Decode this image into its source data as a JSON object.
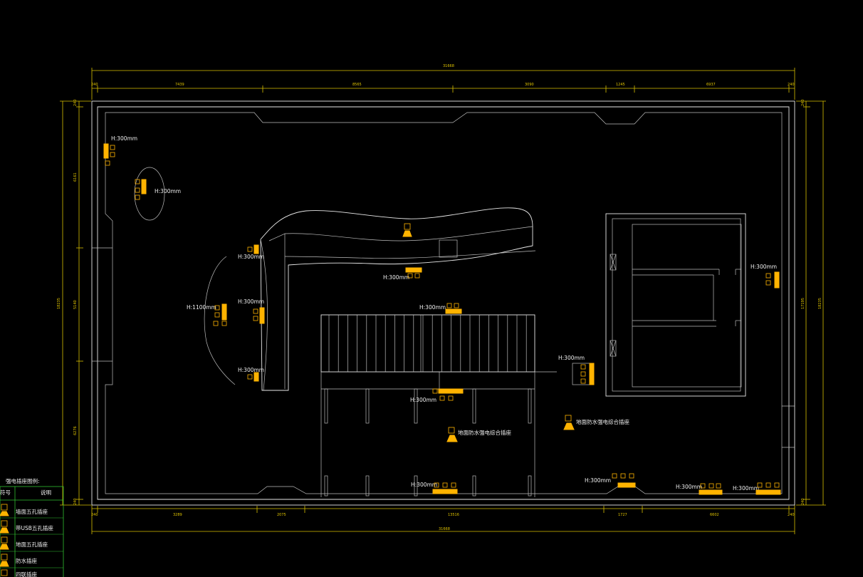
{
  "dimensions": {
    "top_total": "31668",
    "top_segments": [
      "240",
      "7439",
      "8565",
      "3090",
      "1245",
      "6937",
      "240"
    ],
    "bottom_total": "31668",
    "bottom_segments": [
      "240",
      "3289",
      "2075",
      "13516",
      "1727",
      "6602",
      "240"
    ],
    "left_total": "18235",
    "left_segments": [
      "240",
      "6161",
      "5140",
      "6276",
      "240"
    ],
    "right_total": "18235",
    "right_segments": [
      "240",
      "17195",
      "240"
    ]
  },
  "height_labels": {
    "h300": "H:300mm",
    "h1100": "H:1100mm"
  },
  "notes": {
    "floor_socket_1": "地面防水强电综合插座",
    "floor_socket_2": "地面防水强电综合插座"
  },
  "legend": {
    "title": "强电插座图例:",
    "col_symbol": "符号",
    "col_desc": "说明",
    "items": [
      "墙面五孔插座",
      "带USB五孔插座",
      "地面五孔插座",
      "防水插座",
      "四联插座"
    ]
  },
  "colors": {
    "background": "#000000",
    "dimension": "#d9c100",
    "wall": "#e8e8e8",
    "symbol": "#ffb300"
  }
}
